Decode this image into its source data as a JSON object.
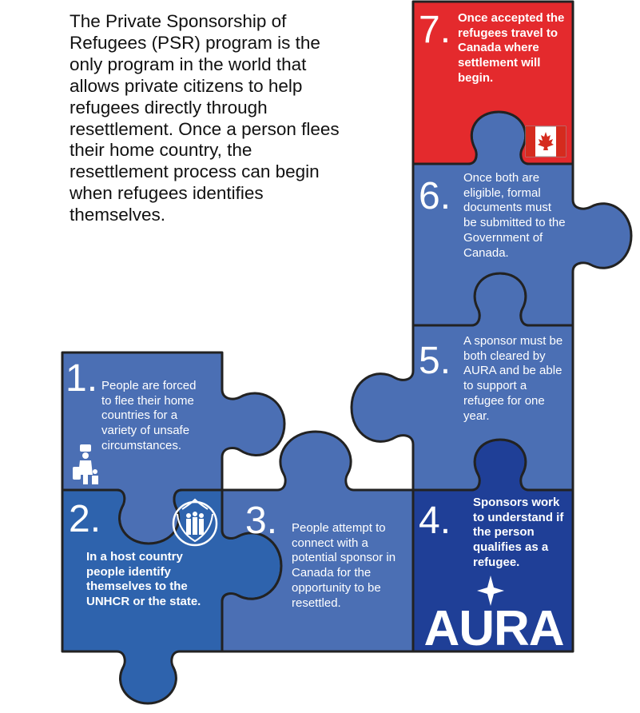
{
  "intro": "The Private Sponsorship of Refugees (PSR) program is the only program in the world that allows private citizens to help refugees directly through resettlement.  Once a person flees their home country, the resettlement process can begin when refugees identifies themselves.",
  "colors": {
    "step_blue": "#4b6fb4",
    "step2_blue": "#2e63ad",
    "step4_navy": "#1f3f97",
    "step7_red": "#e42a2d",
    "outline": "#222222",
    "flag_red": "#d52b1e"
  },
  "steps": [
    {
      "number": "1.",
      "text": "People are forced to flee their home countries for a variety of unsafe circumstances.",
      "icon": "refugee-family-icon"
    },
    {
      "number": "2.",
      "text": "In a host country people identify themselves to the UNHCR or the state.",
      "icon": "unhcr-emblem-icon"
    },
    {
      "number": "3.",
      "text": "People attempt to connect with a potential sponsor in Canada for the opportunity to be resettled."
    },
    {
      "number": "4.",
      "text": "Sponsors work to understand if the person qualifies as a refugee.",
      "icon": "star-icon",
      "logo_text": "AURA"
    },
    {
      "number": "5.",
      "text": "A sponsor must be both cleared by AURA and be able to support a refugee for one year."
    },
    {
      "number": "6.",
      "text": "Once both are eligible, formal documents must be submitted to the Government of Canada."
    },
    {
      "number": "7.",
      "text": "Once accepted the refugees travel to Canada where settlement will begin.",
      "icon": "canada-flag-icon"
    }
  ]
}
